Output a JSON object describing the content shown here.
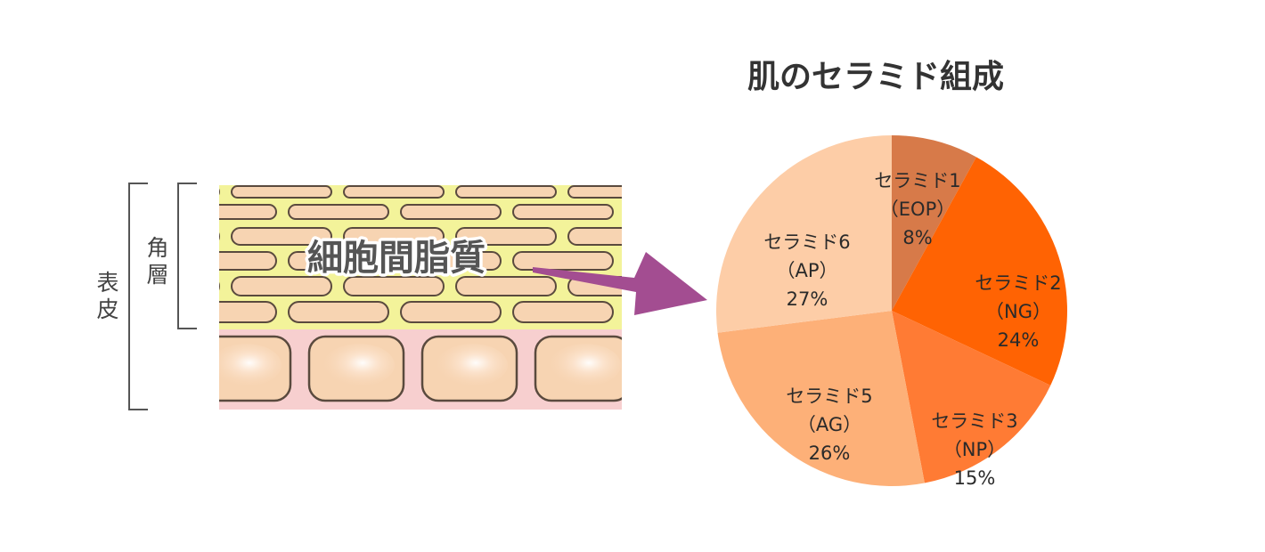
{
  "chart_title": "肌のセラミド組成",
  "skin_diagram": {
    "label_epidermis": "表皮",
    "label_stratum_corneum": "角層",
    "label_intercellular_lipid": "細胞間脂質",
    "colors": {
      "lipid": "#f3f39a",
      "cell_fill": "#f7d4b2",
      "cell_outline": "#5a4a3e",
      "dermis": "#f7cfcf",
      "arrow": "#a34d91"
    }
  },
  "chart_data": {
    "type": "pie",
    "title": "肌のセラミド組成",
    "slices": [
      {
        "name": "セラミド1",
        "code": "（EOP）",
        "pct_label": "8%",
        "value": 8,
        "color": "#d77a49"
      },
      {
        "name": "セラミド2",
        "code": "（NG）",
        "pct_label": "24%",
        "value": 24,
        "color": "#ff6303"
      },
      {
        "name": "セラミド3",
        "code": "（NP）",
        "pct_label": "15%",
        "value": 15,
        "color": "#ff7b34"
      },
      {
        "name": "セラミド5",
        "code": "（AG）",
        "pct_label": "26%",
        "value": 26,
        "color": "#fdb078"
      },
      {
        "name": "セラミド6",
        "code": "（AP）",
        "pct_label": "27%",
        "value": 27,
        "color": "#fdcda7"
      }
    ]
  }
}
